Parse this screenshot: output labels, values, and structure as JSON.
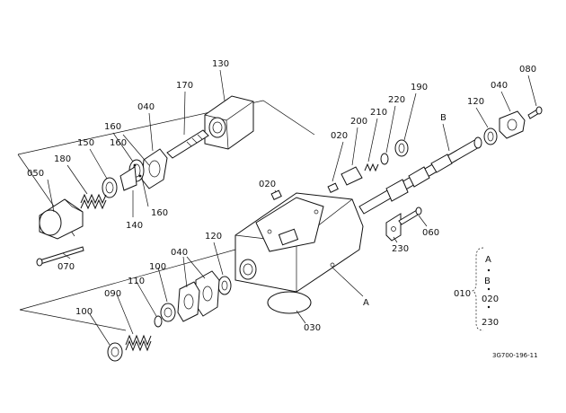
{
  "labels": {
    "p130": "130",
    "p170": "170",
    "p040a": "040",
    "p160a": "160",
    "p160b": "160",
    "p160c": "160",
    "p150": "150",
    "p180": "180",
    "p050": "050",
    "p140": "140",
    "p070": "070",
    "p020a": "020",
    "p200": "200",
    "p210": "210",
    "p220": "220",
    "p190": "190",
    "pB": "B",
    "p120a": "120",
    "p040b": "040",
    "p080": "080",
    "p020b": "020",
    "p060": "060",
    "p230": "230",
    "pA": "A",
    "p120b": "120",
    "p040c": "040",
    "p100a": "100",
    "p110": "110",
    "p090": "090",
    "p100b": "100",
    "p030": "030"
  },
  "legend": {
    "a": "A",
    "b": "B",
    "p010": "010",
    "p020": "020",
    "p230": "230"
  },
  "figure_code": "3G700-196-11"
}
